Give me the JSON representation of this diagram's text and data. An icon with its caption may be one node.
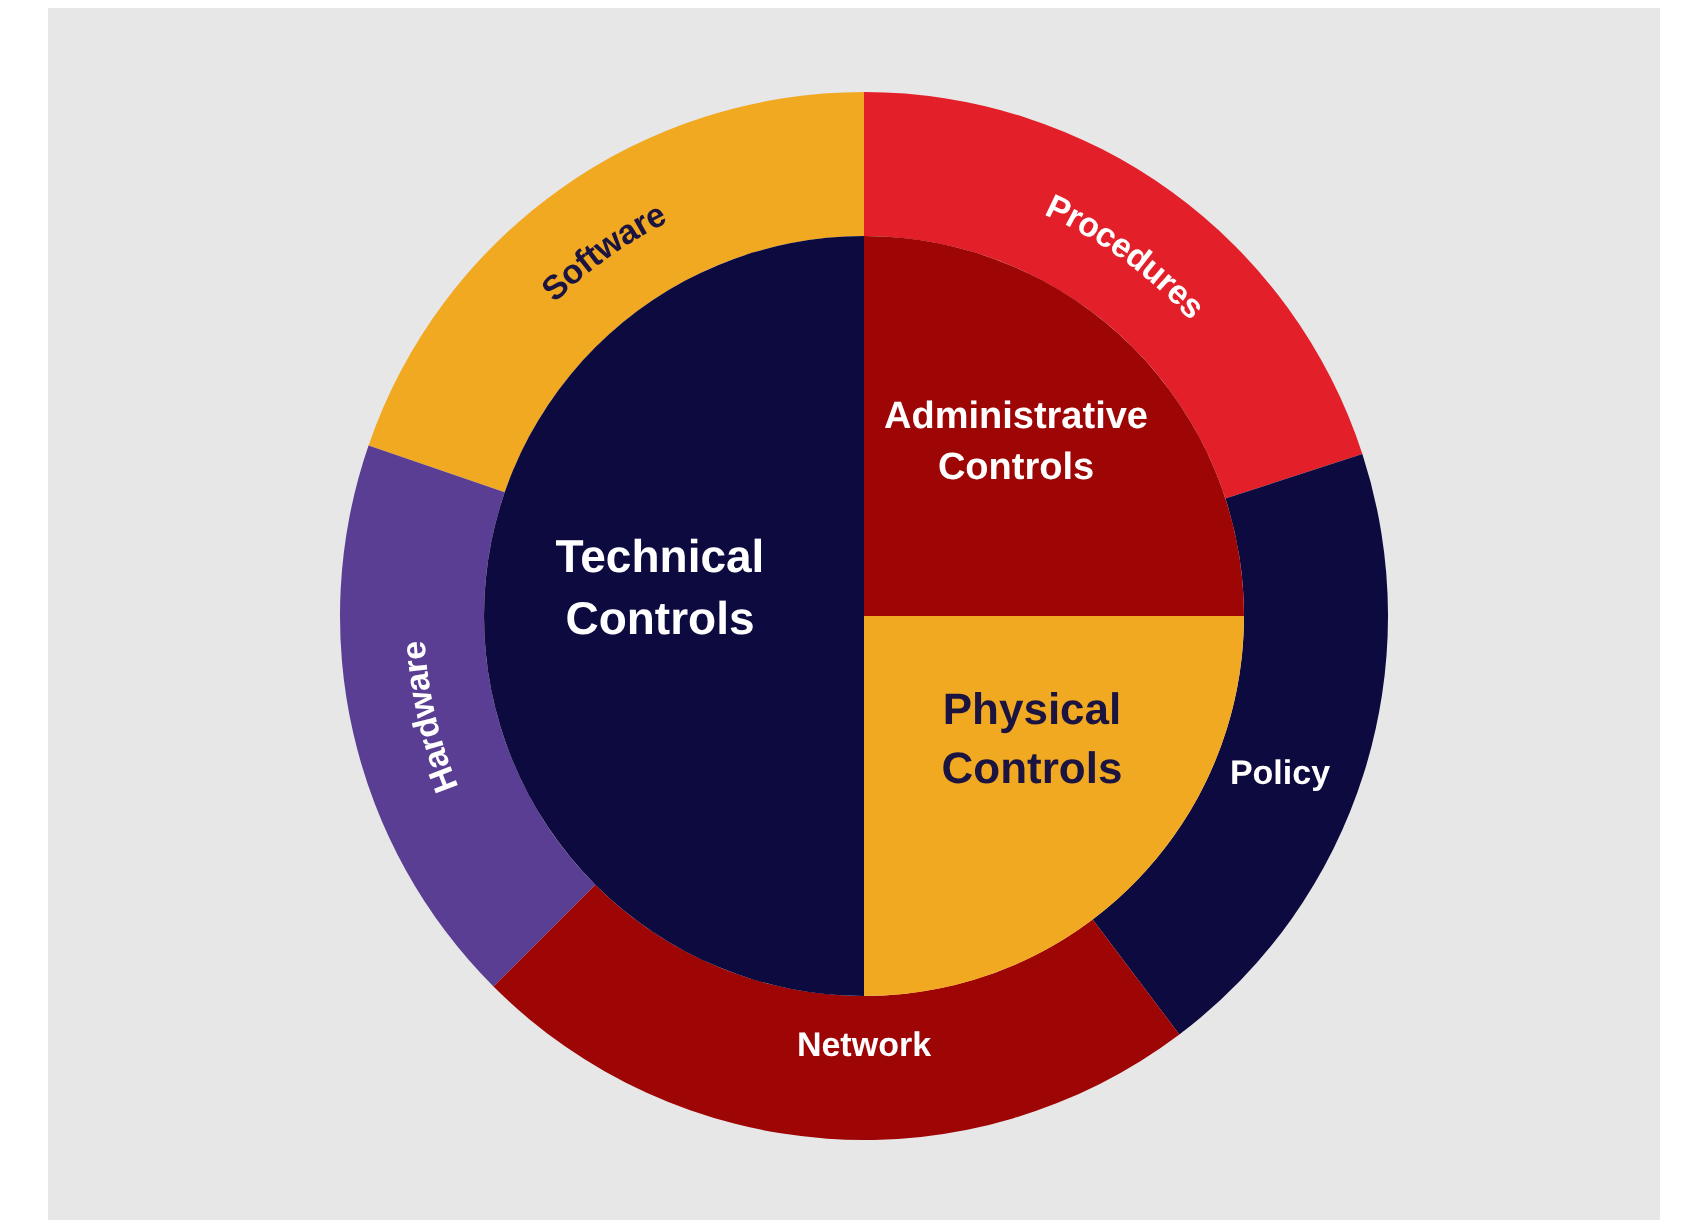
{
  "diagram": {
    "nodes": [
      {
        "text": [
          "Software"
        ]
      },
      {
        "text": [
          "Procedures"
        ]
      },
      {
        "text": [
          "Administrative Controls"
        ]
      },
      {
        "text": [
          "Technical Controls"
        ]
      },
      {
        "text": [
          "Physical Controls"
        ]
      },
      {
        "text": [
          "Hardware"
        ]
      },
      {
        "text": [
          "Policy"
        ]
      },
      {
        "text": [
          "Network"
        ]
      }
    ]
  }
}
